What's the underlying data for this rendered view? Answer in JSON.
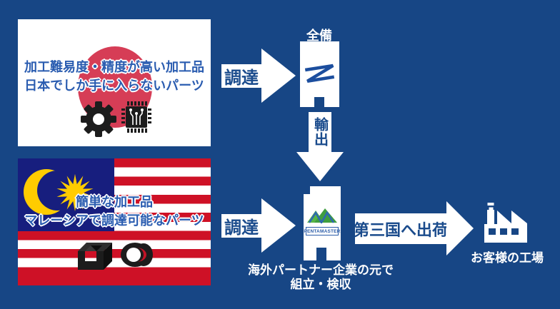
{
  "colors": {
    "background": "#174685",
    "arrow_text_blue": "#1A4B8C",
    "japan_flag_red": "#D63D56",
    "japan_text_blue": "#2A5CB0",
    "malaysia_red": "#CE1126",
    "malaysia_canton_blue": "#171E7E",
    "malaysia_yellow": "#FFCC00",
    "pentamaster_green": "#4AA147",
    "white": "#FFFFFF"
  },
  "japan_box": {
    "line1": "加工難易度・精度が高い加工品",
    "line2": "日本でしか手に入らないパーツ",
    "icons": [
      "gear-icon",
      "microchip-icon",
      "japan-flag-circle"
    ]
  },
  "malaysia_box": {
    "line1": "簡単な加工品",
    "line2": "マレーシアで調達可能なパーツ",
    "icons": [
      "crescent-icon",
      "fourteen-point-star-icon",
      "metal-block-icon",
      "bearing-ring-icon"
    ]
  },
  "arrows": {
    "procure": "調達",
    "export": "輸出",
    "ship": "第三国へ出荷"
  },
  "zenbi": {
    "label": "全備",
    "icon": "zenbi-building-icon"
  },
  "pentamaster": {
    "logo_text": "PENTAMASTER",
    "caption_line1": "海外パートナー企業の元で",
    "caption_line2": "組立・検収",
    "icon": "pentamaster-building-icon"
  },
  "customer": {
    "label": "お客様の工場",
    "icon": "factory-icon"
  }
}
